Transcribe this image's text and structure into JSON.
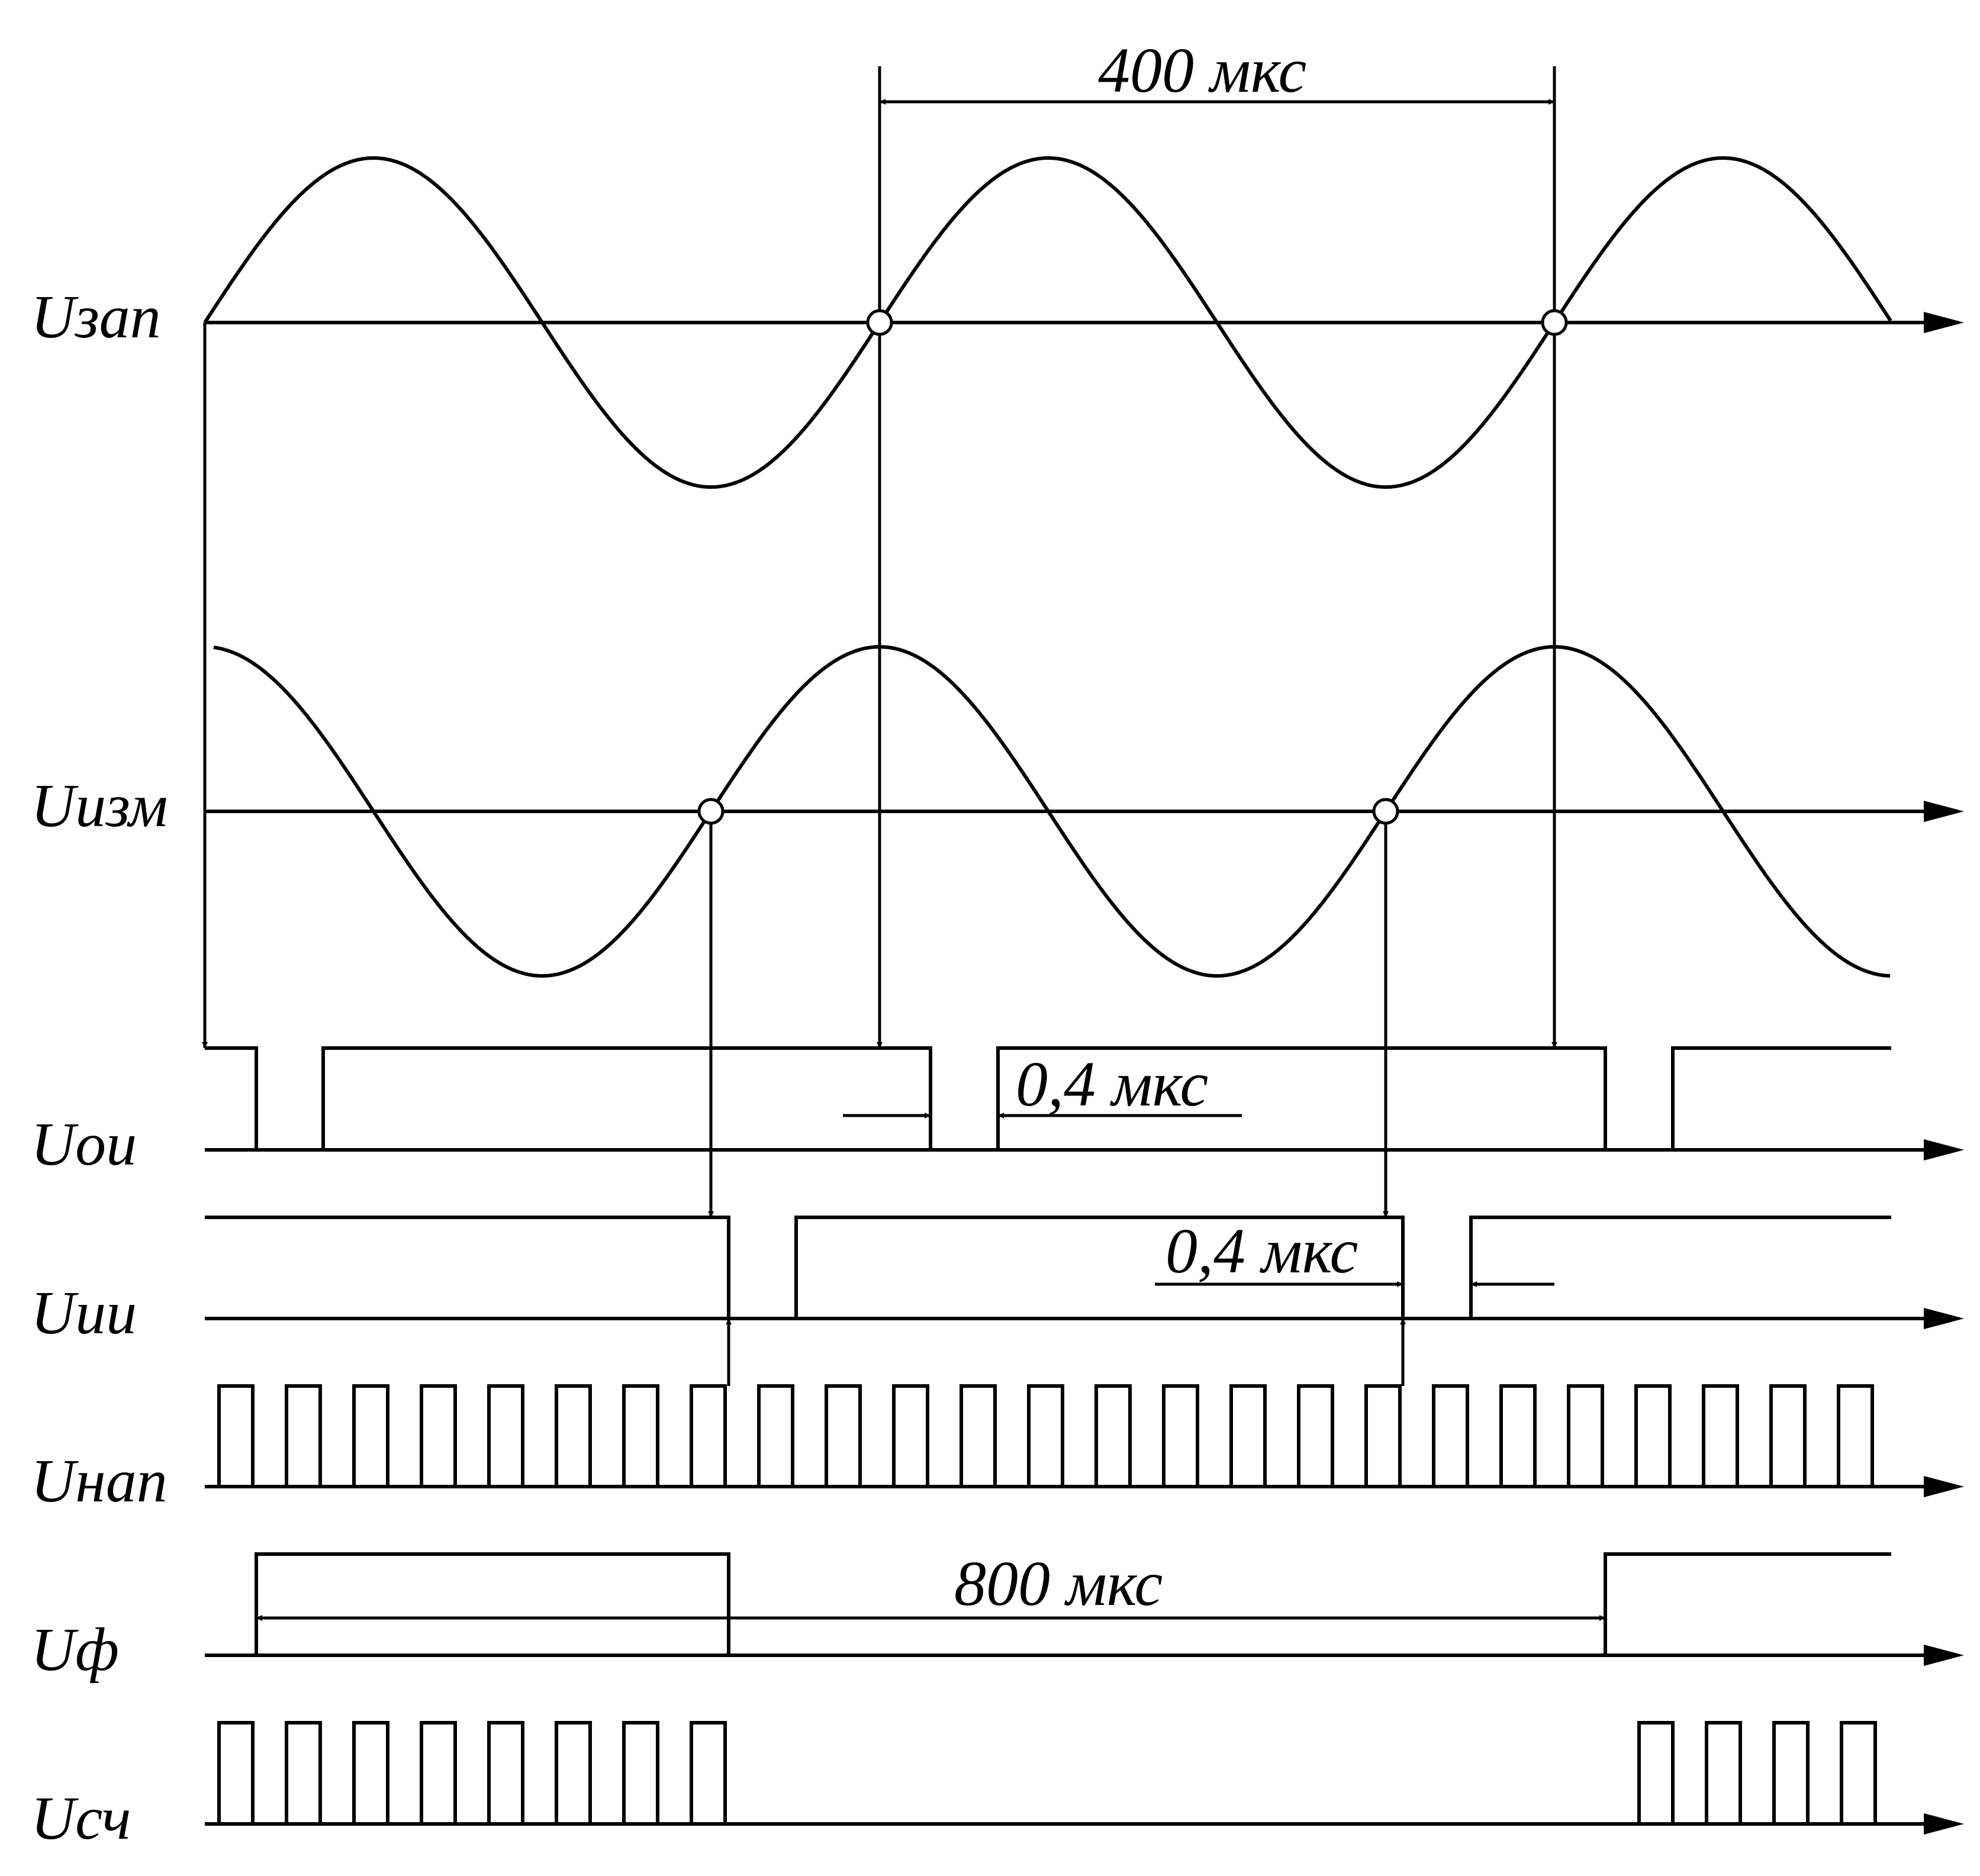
{
  "signals": {
    "zap": "Uзап",
    "izm": "Uизм",
    "oi": "Uои",
    "ii": "Uии",
    "nap": "Uнап",
    "f": "Uф",
    "sch": "Uсч"
  },
  "dimensions": {
    "period": "400 мкс",
    "delay_oi": "0,4 мкс",
    "delay_ii": "0,4 мкс",
    "phase_window": "800 мкс"
  },
  "colors": {
    "line": "#000000",
    "background": "#ffffff"
  }
}
